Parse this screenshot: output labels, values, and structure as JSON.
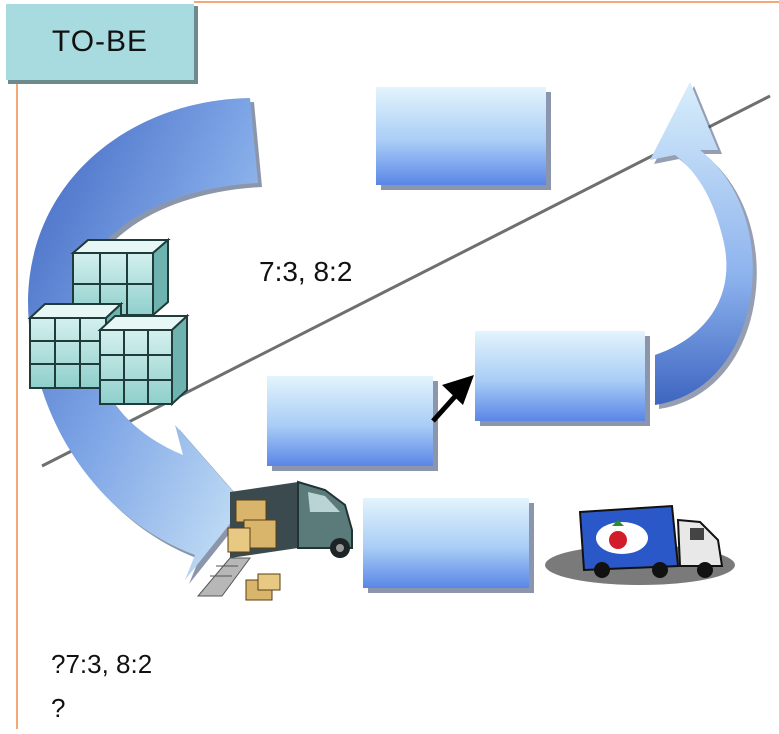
{
  "title": "TO-BE",
  "ratio_label": "7:3, 8:2",
  "notes": [
    "?7:3, 8:2",
    "?"
  ],
  "colors": {
    "frame_line": "#f4a878",
    "title_fill": "#a8dbe0",
    "arrow_dark": "#4a6fc4",
    "arrow_light": "#c9e6f7",
    "box_top": "#dff1fb",
    "box_bottom": "#5a86e6"
  },
  "icons": [
    "stacked-boxes-icon",
    "delivery-truck-icon",
    "food-truck-icon",
    "pointer-arrow-icon"
  ]
}
